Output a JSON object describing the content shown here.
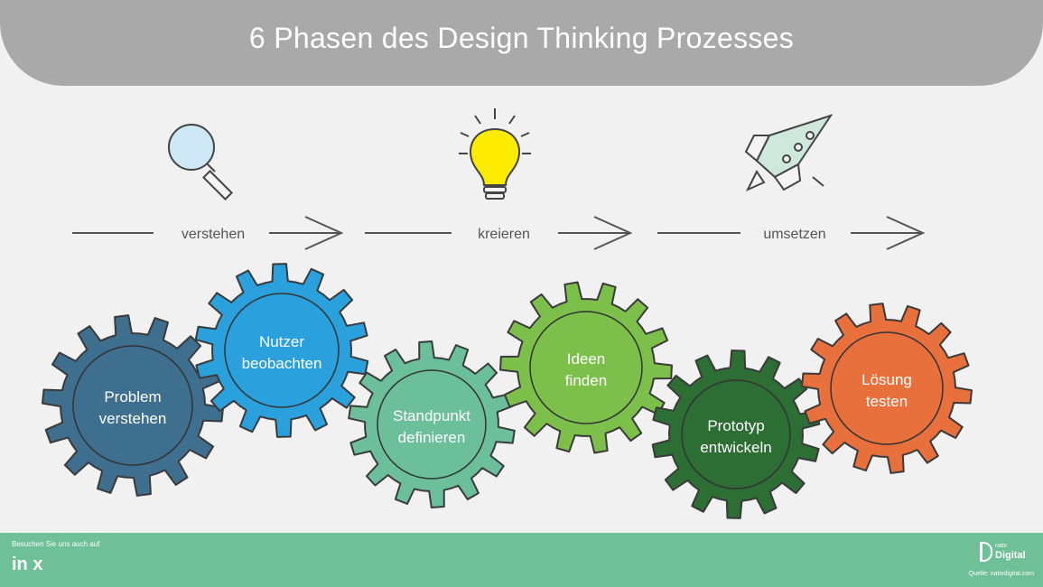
{
  "title": "6 Phasen des Design Thinking Prozesses",
  "stages": [
    {
      "label": "verstehen",
      "icon": "magnifier-icon"
    },
    {
      "label": "kreieren",
      "icon": "lightbulb-icon"
    },
    {
      "label": "umsetzen",
      "icon": "rocket-icon"
    }
  ],
  "gears": [
    {
      "line1": "Problem",
      "line2": "verstehen",
      "color": "#3e6f8e"
    },
    {
      "line1": "Nutzer",
      "line2": "beobachten",
      "color": "#2aa0dd"
    },
    {
      "line1": "Standpunkt",
      "line2": "definieren",
      "color": "#6cbf9b"
    },
    {
      "line1": "Ideen",
      "line2": "finden",
      "color": "#7cbf4a"
    },
    {
      "line1": "Prototyp",
      "line2": "entwickeln",
      "color": "#2c6e34"
    },
    {
      "line1": "Lösung",
      "line2": "testen",
      "color": "#e8703c"
    }
  ],
  "footer": {
    "follow_text": "Besuchen Sie uns auch auf",
    "social": "in х",
    "brand_top": "natv",
    "brand_bottom": "Digital",
    "source": "Quelle: nativdigital.com",
    "color": "#6fbf98"
  }
}
